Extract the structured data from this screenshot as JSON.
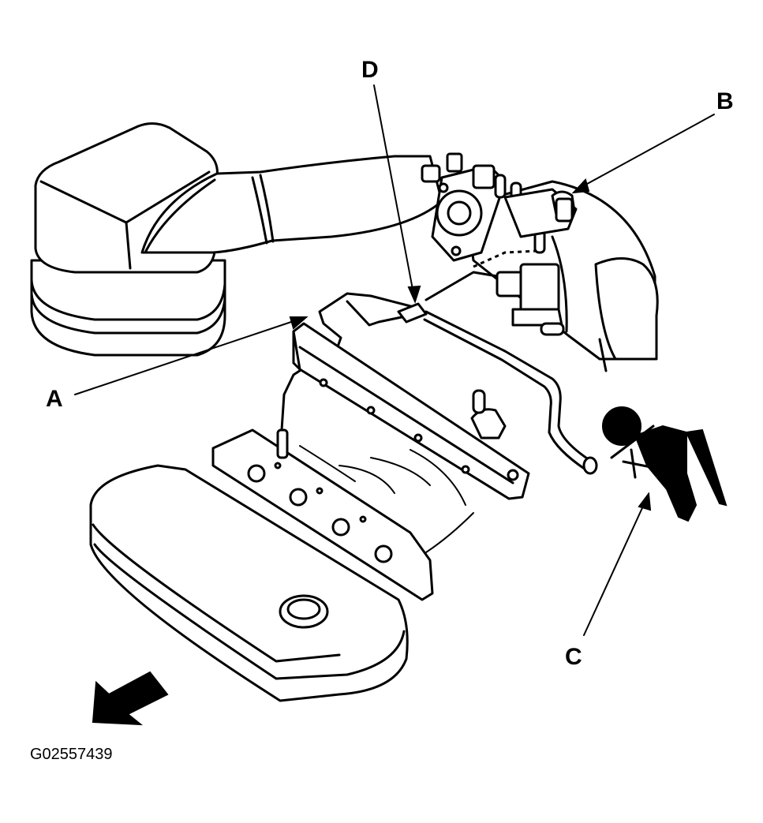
{
  "callouts": {
    "a": "A",
    "b": "B",
    "c": "C",
    "d": "D"
  },
  "figure_id": "G02557439",
  "colors": {
    "line": "#000000",
    "background": "#ffffff"
  },
  "icons": {
    "direction_arrow": "front-direction-arrow-icon"
  }
}
